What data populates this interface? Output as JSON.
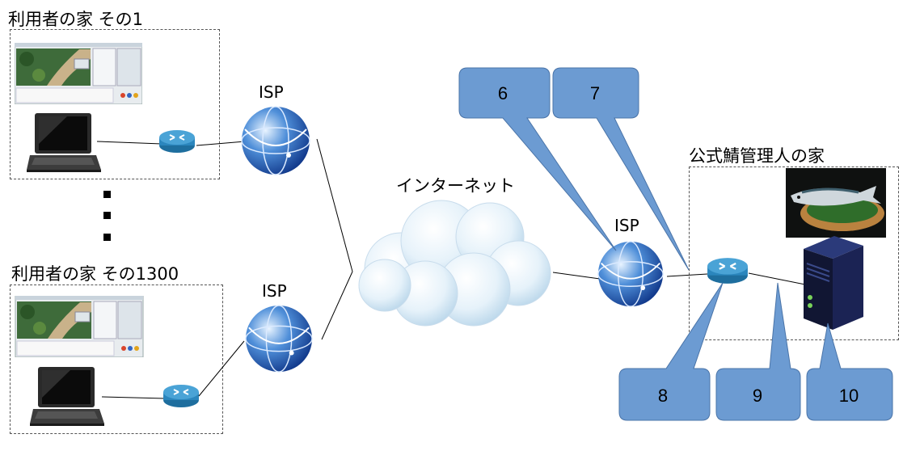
{
  "houses": [
    {
      "label": "利用者の家 その1"
    },
    {
      "label": "利用者の家 その1300"
    }
  ],
  "admin_house": {
    "label": "公式鯖管理人の家"
  },
  "isp_labels": [
    "ISP",
    "ISP",
    "ISP"
  ],
  "cloud": {
    "label": "インターネット"
  },
  "callouts": [
    "6",
    "7",
    "8",
    "9",
    "10"
  ],
  "colors": {
    "callout_fill": "#6c9bd2",
    "callout_stroke": "#4a74a8",
    "router": "#2f80b6",
    "server": "#151b40"
  }
}
